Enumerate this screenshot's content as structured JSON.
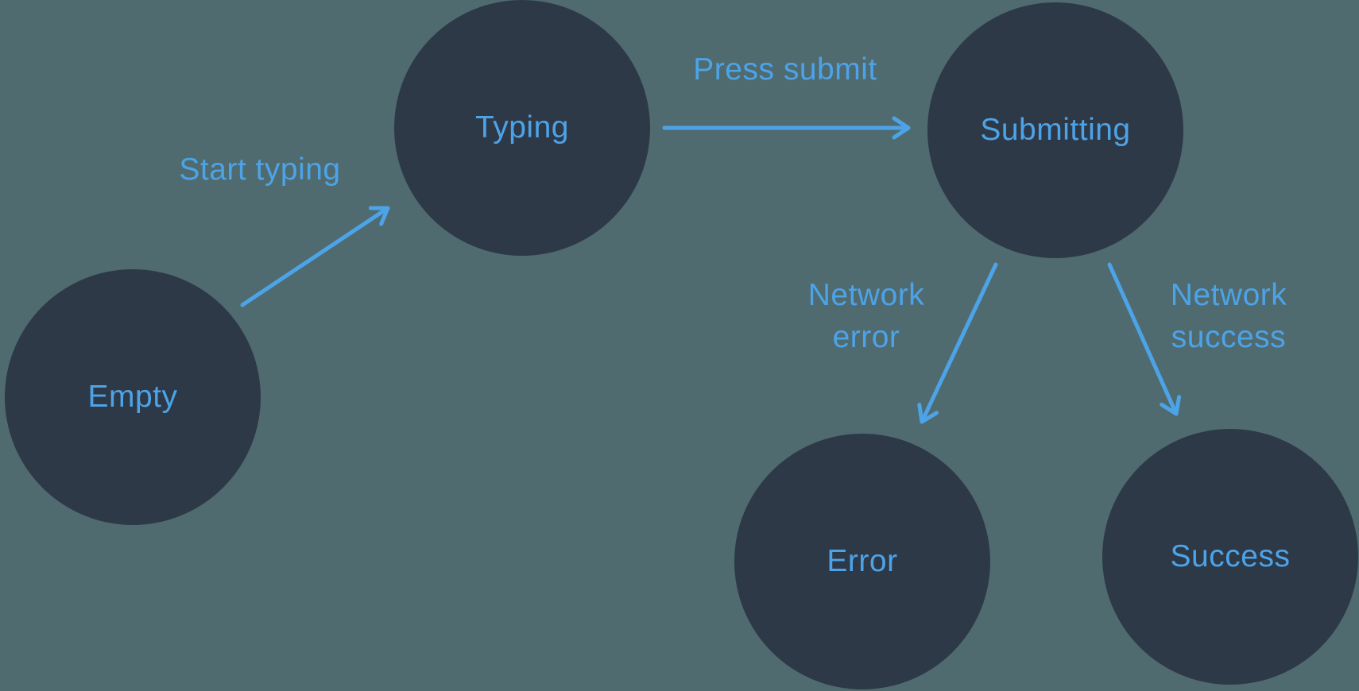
{
  "diagram": {
    "type": "state-machine",
    "states": [
      {
        "id": "empty",
        "label": "Empty"
      },
      {
        "id": "typing",
        "label": "Typing"
      },
      {
        "id": "submitting",
        "label": "Submitting"
      },
      {
        "id": "error",
        "label": "Error"
      },
      {
        "id": "success",
        "label": "Success"
      }
    ],
    "transitions": [
      {
        "from": "empty",
        "to": "typing",
        "label": "Start typing"
      },
      {
        "from": "typing",
        "to": "submitting",
        "label": "Press submit"
      },
      {
        "from": "submitting",
        "to": "error",
        "label": "Network error"
      },
      {
        "from": "submitting",
        "to": "success",
        "label": "Network success"
      }
    ]
  },
  "colors": {
    "background": "#4f6b6f",
    "node_fill": "#2e3947",
    "accent": "#4da3e8"
  }
}
